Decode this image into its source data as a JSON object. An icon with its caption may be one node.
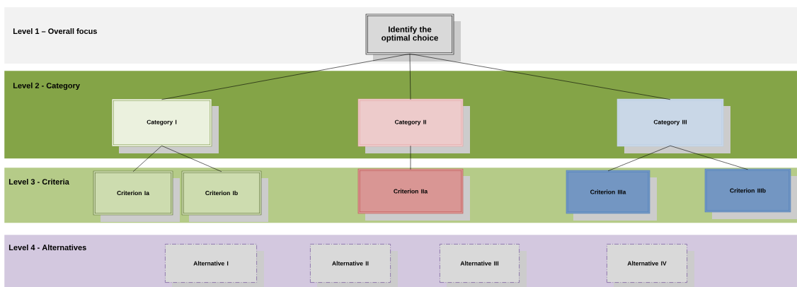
{
  "diagram": {
    "nodes": [
      {
        "text": [
          "Level 1 – Overall focus"
        ]
      },
      {
        "text": [
          "Identify the optimal choice"
        ],
        "in": 0
      },
      {
        "text": [
          "Level 2 - Category"
        ]
      },
      {
        "text": [
          "Category I"
        ],
        "in": 2
      },
      {
        "text": [
          "Category II"
        ],
        "in": 2
      },
      {
        "text": [
          "Category III"
        ],
        "in": 2
      },
      {
        "text": [
          "Level 3 - Criteria"
        ]
      },
      {
        "text": [
          "Criterion Ia"
        ],
        "in": 6
      },
      {
        "text": [
          "Criterion Ib"
        ],
        "in": 6
      },
      {
        "text": [
          "Criterion IIa"
        ],
        "in": 6
      },
      {
        "text": [
          "Criterion IIIa"
        ],
        "in": 6
      },
      {
        "text": [
          "Criterion IIIb"
        ],
        "in": 6
      },
      {
        "text": [
          "Level 4 - Alternatives"
        ]
      },
      {
        "text": [
          "Alternative I"
        ],
        "in": 12
      },
      {
        "text": [
          "Alternative II"
        ],
        "in": 12
      },
      {
        "text": [
          "Alternative III"
        ],
        "in": 12
      },
      {
        "text": [
          "Alternative IV"
        ],
        "in": 12
      }
    ],
    "edges": [
      {
        "from": 1,
        "to": 3,
        "arrow": "none"
      },
      {
        "from": 1,
        "to": 4,
        "arrow": "none"
      },
      {
        "from": 1,
        "to": 5,
        "arrow": "none"
      },
      {
        "from": 3,
        "to": 7,
        "arrow": "none"
      },
      {
        "from": 3,
        "to": 8,
        "arrow": "none"
      },
      {
        "from": 4,
        "to": 9,
        "arrow": "none"
      },
      {
        "from": 5,
        "to": 10,
        "arrow": "none"
      },
      {
        "from": 5,
        "to": 11,
        "arrow": "none"
      }
    ]
  }
}
